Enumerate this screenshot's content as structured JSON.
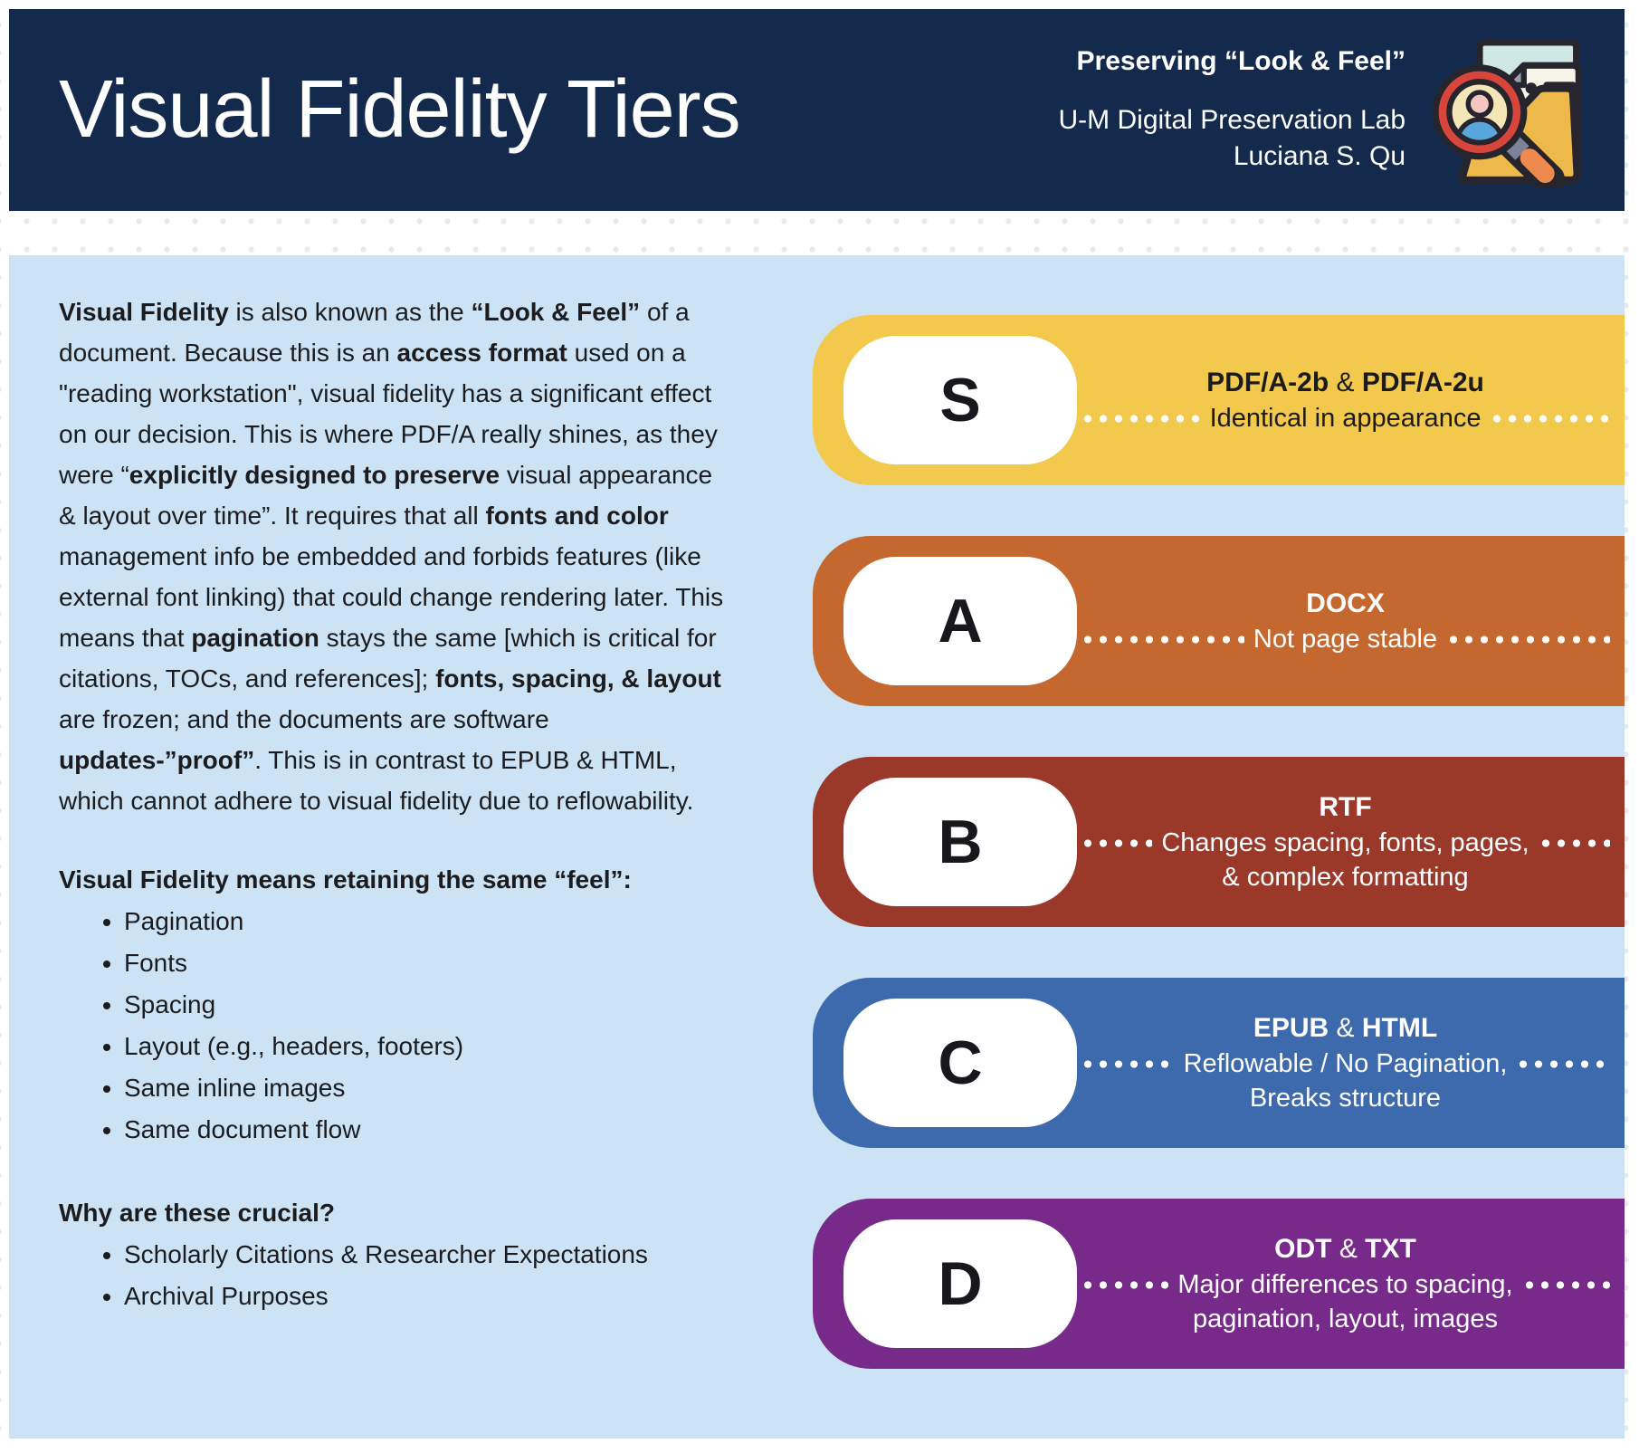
{
  "header": {
    "title": "Visual Fidelity Tiers",
    "tagline": "Preserving “Look & Feel”",
    "org": "U-M Digital Preservation Lab",
    "author": "Luciana S. Qu",
    "icon": "document-preservation-magnifier-icon"
  },
  "colors": {
    "header_bg": "#142A4C",
    "panel_bg": "#CBE3F5",
    "body_text": "#1C1C1E",
    "leader_dots": "#FFFFFF"
  },
  "intro": {
    "segments": [
      "Visual Fidelity",
      " is also known as the ",
      "“Look & Feel”",
      " of a document. Because this is an ",
      "access format",
      " used on a \"reading workstation\", visual fidelity has a significant effect on our decision. This is where PDF/A really shines, as they were “",
      "explicitly designed to preserve",
      " visual appearance & layout over time”. It requires that all ",
      "fonts and color",
      " management info be embedded and forbids features (like external font linking) that could change rendering later. This means that ",
      "pagination",
      " stays the same [which is critical for citations, TOCs, and references]; ",
      "fonts, spacing, & layout",
      " are frozen; and the documents are software ",
      "updates-”proof”",
      ". This is in contrast to EPUB & HTML, which cannot adhere to visual fidelity due to reflowability."
    ]
  },
  "sections": {
    "feel": {
      "heading": "Visual Fidelity means retaining the same “feel”:",
      "items": [
        "Pagination",
        "Fonts",
        "Spacing",
        "Layout (e.g., headers, footers)",
        "Same inline images",
        "Same document flow"
      ]
    },
    "crucial": {
      "heading": "Why are these crucial?",
      "items": [
        "Scholarly Citations & Researcher Expectations",
        "Archival Purposes"
      ]
    }
  },
  "tiers": [
    {
      "letter": "S",
      "color": "#F3C94D",
      "text_color": "#1B1B1B",
      "format_1": "PDF/A-2b",
      "format_sep": " & ",
      "format_2": "PDF/A-2u",
      "desc_1": "Identical in appearance"
    },
    {
      "letter": "A",
      "color": "#C5682F",
      "text_color": "#FFFFFF",
      "format_1": "DOCX",
      "desc_1": "Not page stable"
    },
    {
      "letter": "B",
      "color": "#9A382A",
      "text_color": "#FFFFFF",
      "format_1": "RTF",
      "desc_1": "Changes spacing, fonts, pages,",
      "desc_2": "& complex formatting"
    },
    {
      "letter": "C",
      "color": "#3D69AD",
      "text_color": "#FFFFFF",
      "format_1": "EPUB",
      "format_sep": " & ",
      "format_2": "HTML",
      "desc_1": "Reflowable / No Pagination,",
      "desc_2": "Breaks structure"
    },
    {
      "letter": "D",
      "color": "#782A8B",
      "text_color": "#FFFFFF",
      "format_1": "ODT",
      "format_sep": " & ",
      "format_2": "TXT",
      "desc_1": "Major differences to spacing,",
      "desc_2": "pagination, layout, images"
    }
  ]
}
